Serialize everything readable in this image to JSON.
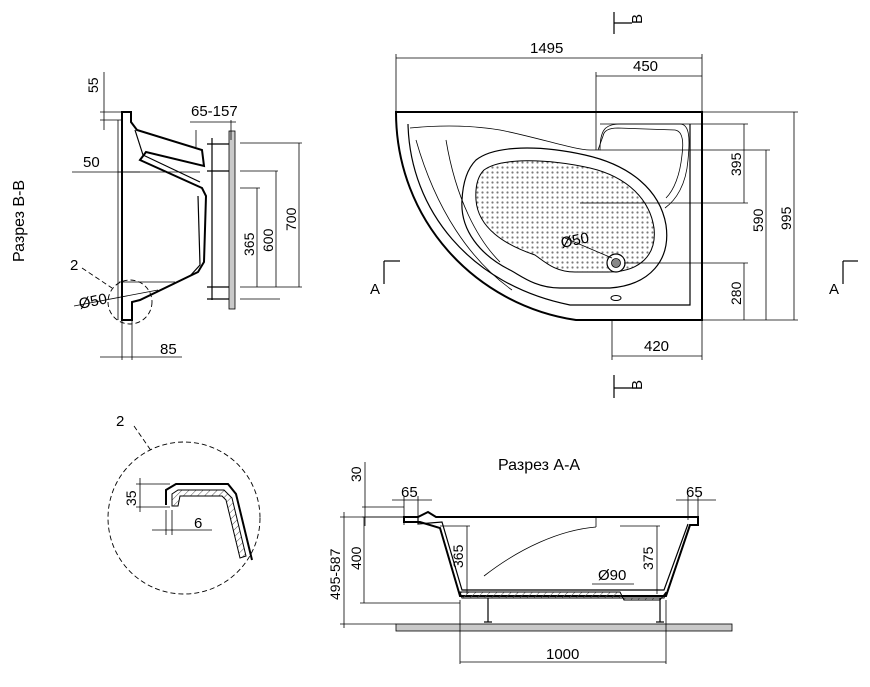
{
  "section_labels": {
    "b_b": "Разрез В-В",
    "a_a": "Разрез А-А",
    "cut_b_top": "В",
    "cut_b_bottom": "В",
    "cut_a_left": "А",
    "cut_a_right": "А",
    "detail_ref": "2",
    "detail_ref_callout": "2"
  },
  "plan_dims": {
    "overall_length": "1495",
    "width_450": "450",
    "depth_395": "395",
    "depth_590": "590",
    "overall_width": "995",
    "dia_50": "Ø50",
    "offset_280": "280",
    "offset_420": "420"
  },
  "section_b_dims": {
    "d55": "55",
    "d65_157": "65-157",
    "d50": "50",
    "d700": "700",
    "d600": "600",
    "d365": "365",
    "dia50": "Ø50",
    "d85": "85"
  },
  "detail_dims": {
    "d35": "35",
    "d6": "6"
  },
  "section_a_dims": {
    "d30": "30",
    "d65_left": "65",
    "d65_right": "65",
    "d400": "400",
    "d495_587": "495-587",
    "d365": "365",
    "d375": "375",
    "dia90": "Ø90",
    "d1000": "1000"
  }
}
